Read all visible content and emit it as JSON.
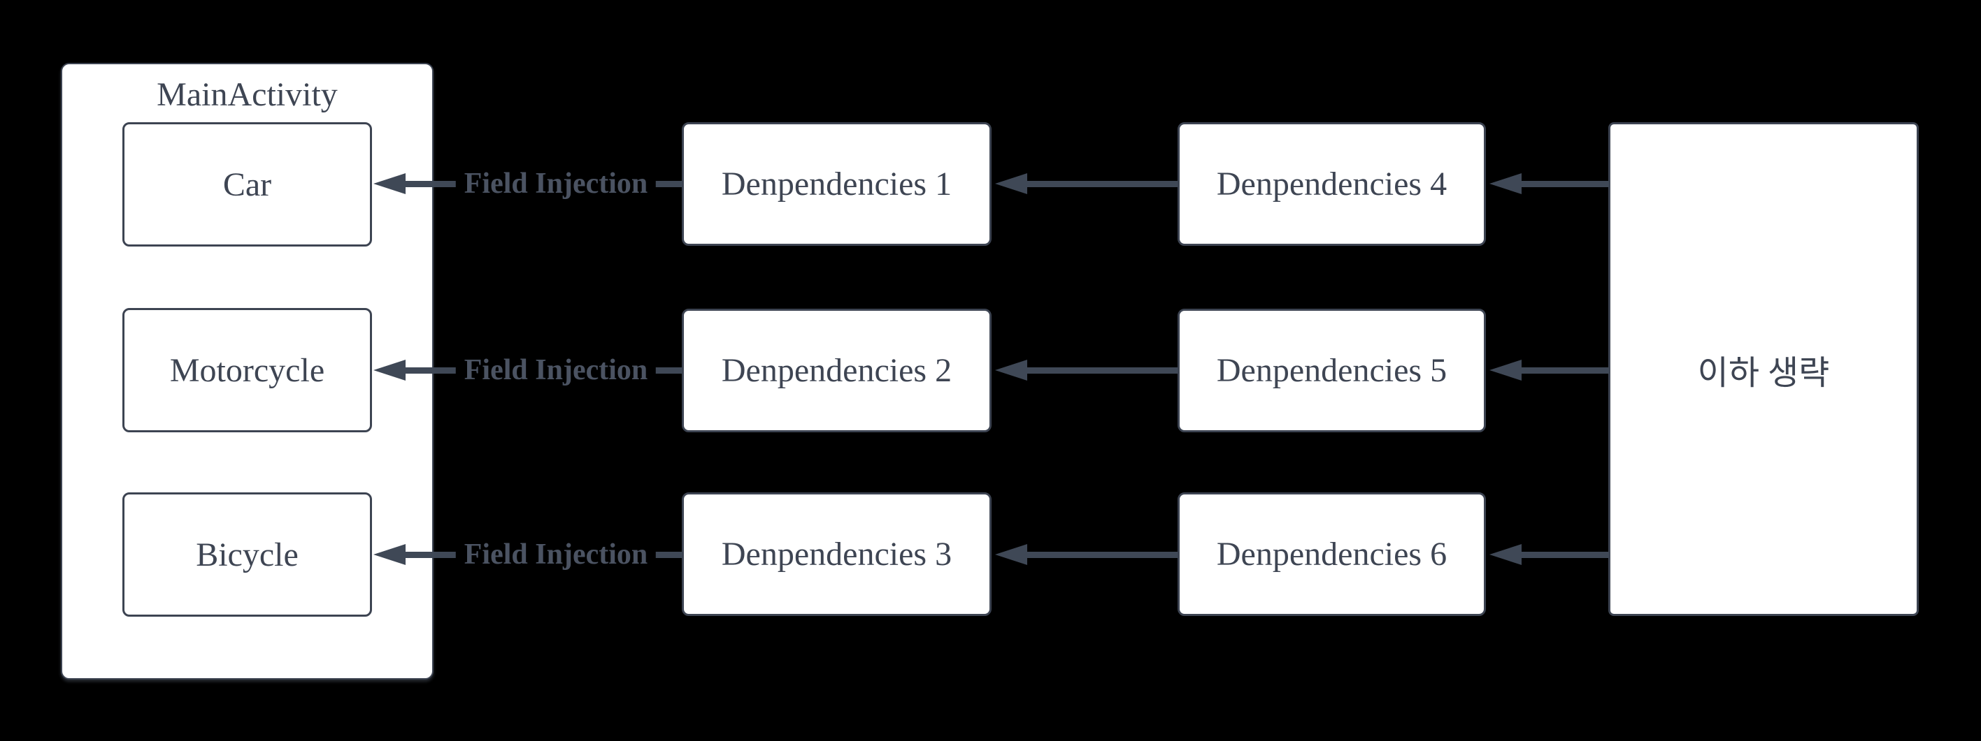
{
  "diagram": {
    "background_color": "#000000",
    "main_activity": {
      "title": "MainActivity",
      "nodes": [
        "Car",
        "Motorcycle",
        "Bicycle"
      ]
    },
    "dependency_nodes": [
      "Denpendencies 1",
      "Denpendencies 2",
      "Denpendencies 3",
      "Denpendencies 4",
      "Denpendencies 5",
      "Denpendencies 6"
    ],
    "omitted_node": {
      "label": "이하 생략"
    },
    "edges": [
      {
        "from": "Denpendencies 1",
        "to": "Car",
        "label": "Field Injection"
      },
      {
        "from": "Denpendencies 2",
        "to": "Motorcycle",
        "label": "Field Injection"
      },
      {
        "from": "Denpendencies 3",
        "to": "Bicycle",
        "label": "Field Injection"
      },
      {
        "from": "Denpendencies 4",
        "to": "Denpendencies 1",
        "label": ""
      },
      {
        "from": "Denpendencies 5",
        "to": "Denpendencies 2",
        "label": ""
      },
      {
        "from": "Denpendencies 6",
        "to": "Denpendencies 3",
        "label": ""
      },
      {
        "from": "이하 생략",
        "to": "Denpendencies 4",
        "label": ""
      },
      {
        "from": "이하 생략",
        "to": "Denpendencies 5",
        "label": ""
      },
      {
        "from": "이하 생략",
        "to": "Denpendencies 6",
        "label": ""
      }
    ],
    "colors": {
      "background": "#000000",
      "node_fill": "#ffffff",
      "node_stroke": "#3d4452",
      "node_text": "#3e4553",
      "arrow": "#3f4856",
      "edge_label_text": "#4b5362"
    }
  }
}
